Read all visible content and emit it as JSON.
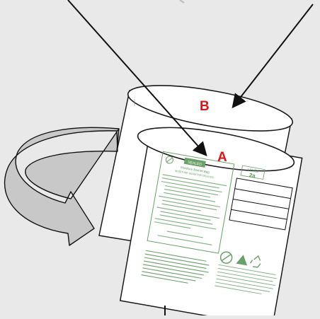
{
  "labels": {
    "back_bag": "B",
    "front_bag": "A"
  },
  "front_label": {
    "logo_text": "SEALED",
    "heading": "Moisture Barrier Bag",
    "subheading": "MOISTURE SENSITIVE DEVICES",
    "level_title": "LEVEL",
    "level_value": "2a"
  },
  "colors": {
    "background": "#e9e9e9",
    "bag_fill": "#ffffff",
    "bag_stroke": "#1a1a1a",
    "label_color": "#e01414",
    "print_color": "#5a9a5a",
    "flip_arrow_fill": "#c8c8c8"
  },
  "icons": [
    "flip-arrow-icon",
    "pointer-arrow-icon",
    "esd-symbol-icon",
    "recycle-icon"
  ]
}
